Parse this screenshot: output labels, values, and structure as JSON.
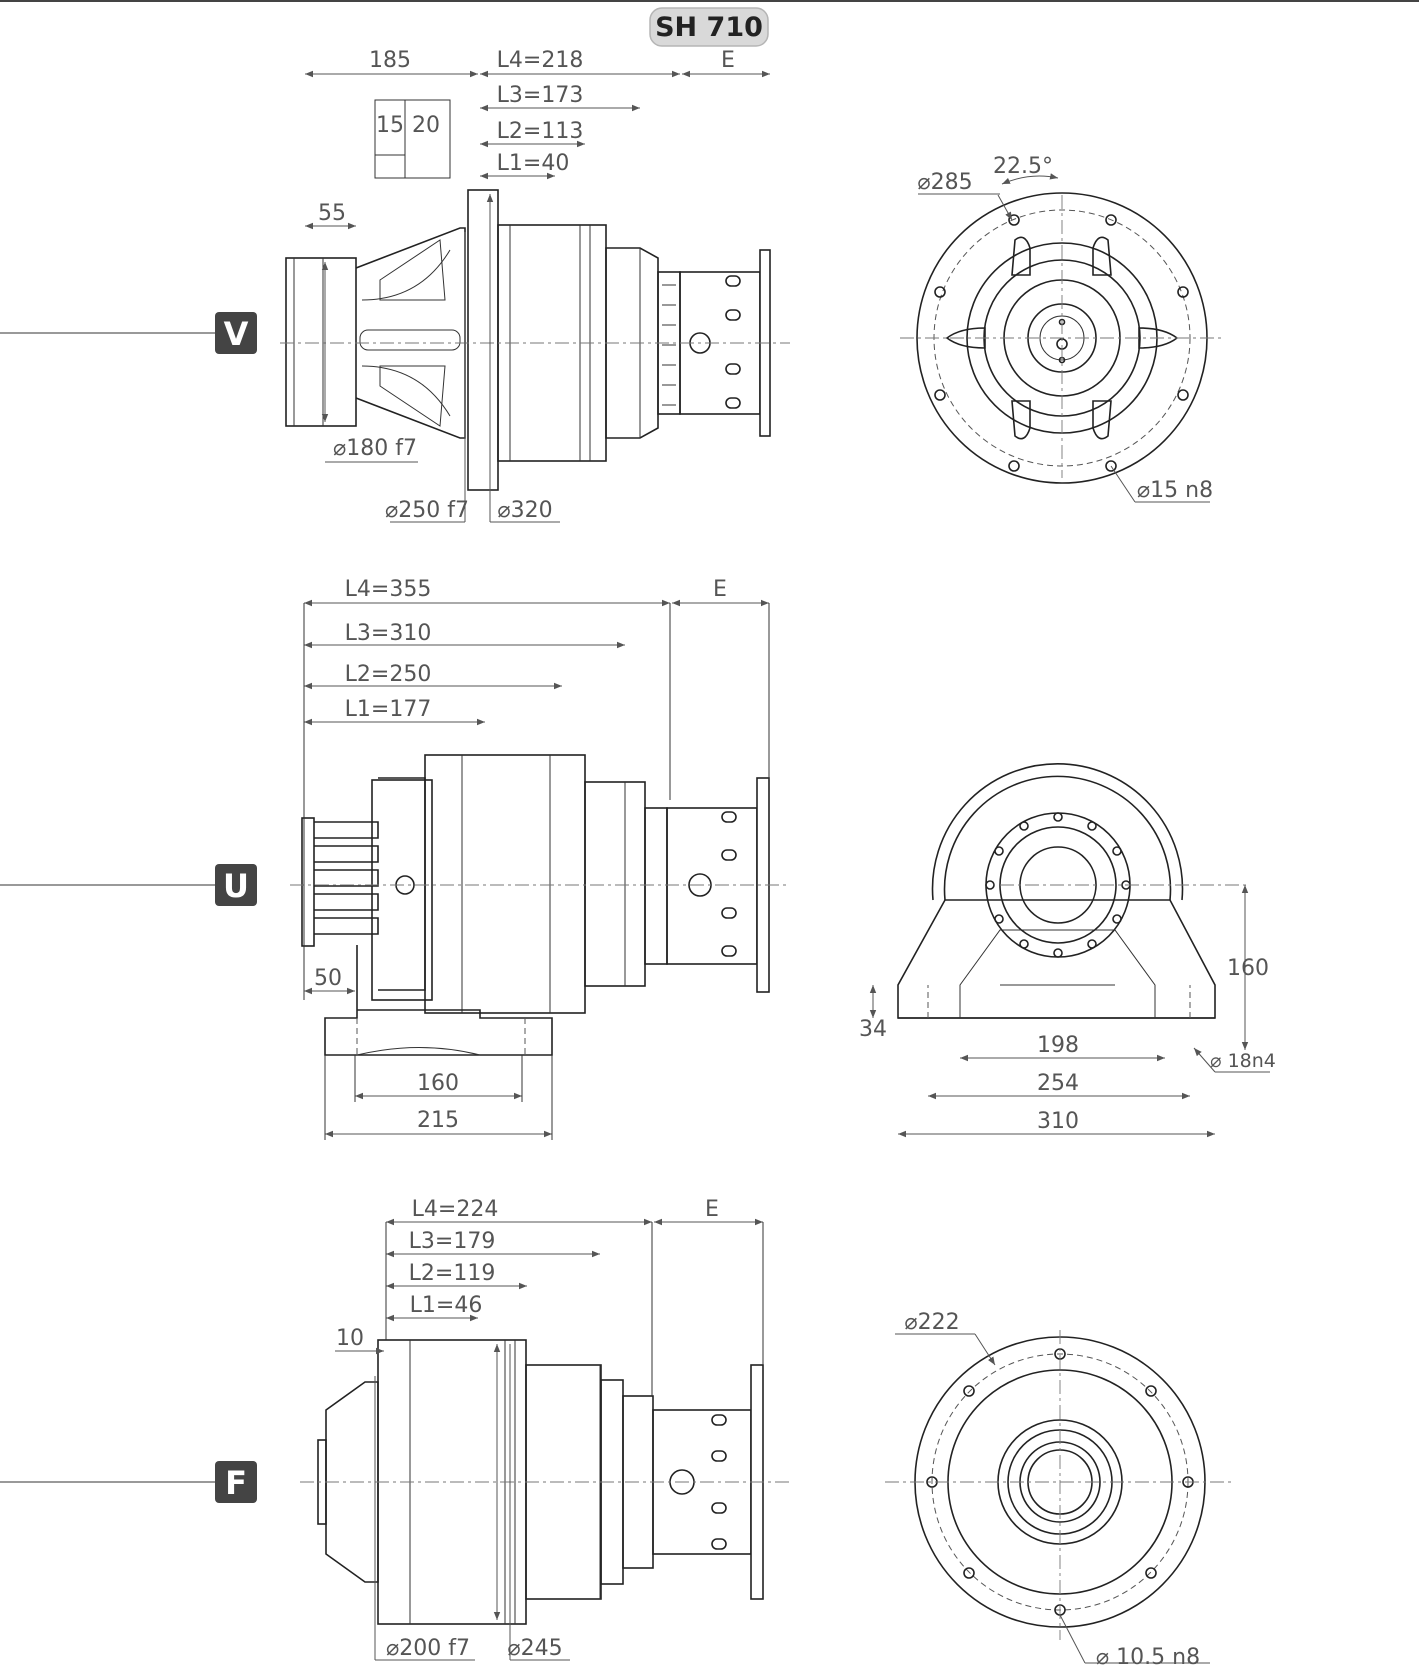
{
  "title": "SH 710",
  "variants": {
    "V": {
      "badge": "V",
      "dims": {
        "flange_width": "185",
        "l4": "L4=218",
        "e": "E",
        "l3": "L3=173",
        "l2": "L2=113",
        "l1": "L1=40",
        "key_a": "15",
        "key_b": "20",
        "pilot_len": "55",
        "pilot_dia": "⌀180 f7",
        "flange_pilot_dia": "⌀250 f7",
        "flange_dia": "⌀320",
        "pcd": "⌀285",
        "angle": "22.5°",
        "hole_dia": "⌀15 n8"
      }
    },
    "U": {
      "badge": "U",
      "dims": {
        "l4": "L4=355",
        "e": "E",
        "l3": "L3=310",
        "l2": "L2=250",
        "l1": "L1=177",
        "offset": "50",
        "foot_holes": "160",
        "foot_len": "215",
        "height": "160",
        "base_h": "34",
        "inner_w": "198",
        "hole_span": "254",
        "foot_w": "310",
        "hole_dia": "⌀ 18n4"
      }
    },
    "F": {
      "badge": "F",
      "dims": {
        "l4": "L4=224",
        "e": "E",
        "l3": "L3=179",
        "l2": "L2=119",
        "l1": "L1=46",
        "offset": "10",
        "pcd": "⌀222",
        "pilot_dia": "⌀200 f7",
        "flange_dia": "⌀245",
        "hole_dia": "⌀ 10.5 n8"
      }
    }
  }
}
